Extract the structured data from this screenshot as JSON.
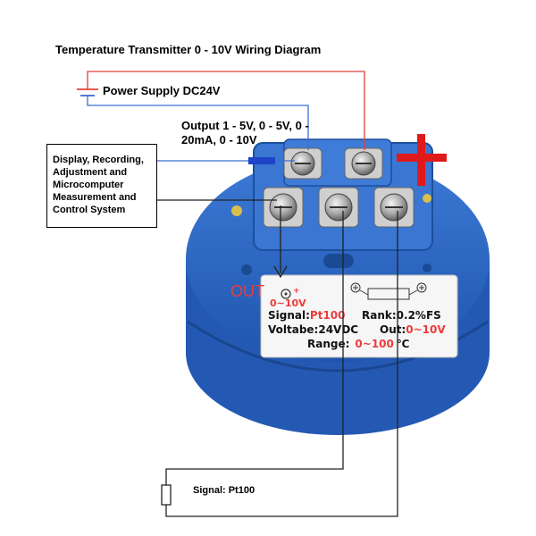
{
  "title": "Temperature Transmitter 0 - 10V Wiring Diagram",
  "power_label": "Power Supply DC24V",
  "output_label": "Output 1 - 5V, 0 - 5V, 0 - 20mA, 0 - 10V",
  "display_box_label": "Display, Recording, Adjustment and Microcomputer Measurement and Control System",
  "signal_label": "Signal: Pt100",
  "device_label": {
    "out_mark": "OUT",
    "out_range": "0~10V",
    "signal_prefix": "Signal:",
    "signal_value": "Pt100",
    "rank": "Rank:0.2%FS",
    "voltage": "Voltabe:24VDC",
    "out_prefix": "Out:",
    "out_value": "0~10V",
    "range_prefix": "Range:",
    "range_value": "0~100",
    "range_unit": "℃"
  },
  "colors": {
    "device_blue": "#2e6cc6",
    "red_wire": "#e0403a",
    "blue_wire": "#3b6fd0",
    "plus_red": "#e01a1a",
    "label_red": "#ee3b3b"
  }
}
